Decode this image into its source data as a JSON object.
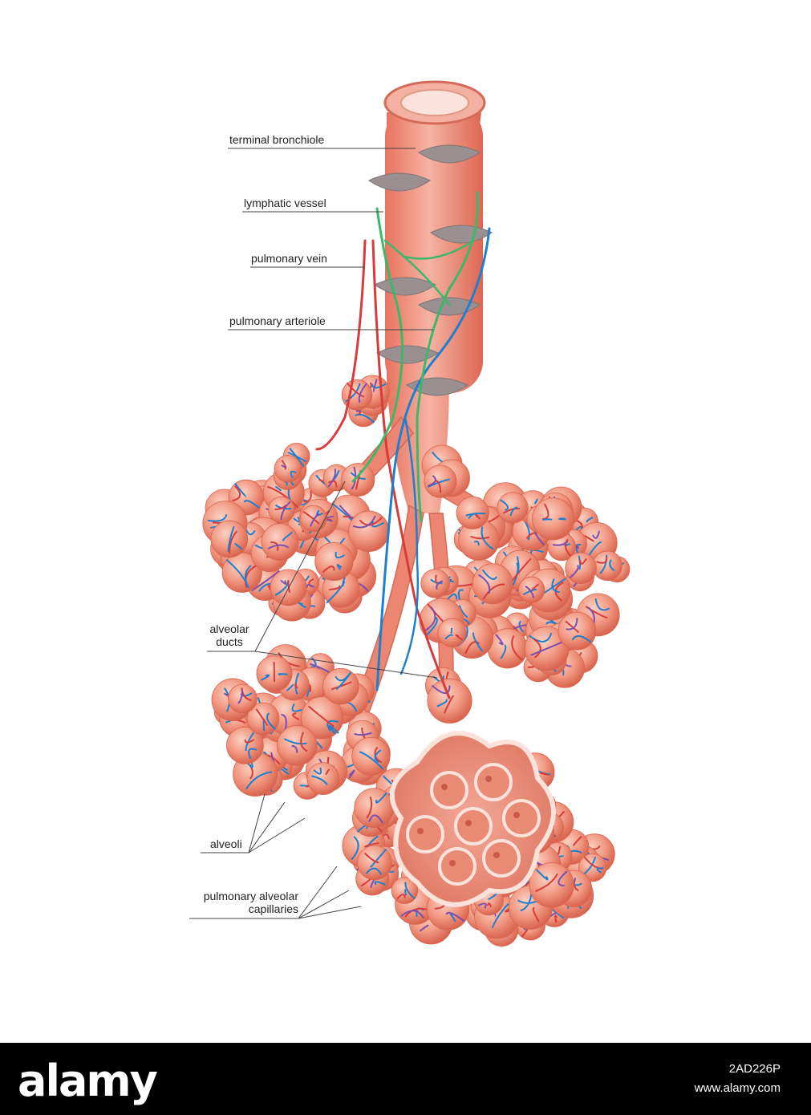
{
  "labels": {
    "terminal_bronchiole": "terminal bronchiole",
    "lymphatic_vessel": "lymphatic vessel",
    "pulmonary_vein": "pulmonary vein",
    "pulmonary_arteriole": "pulmonary arteriole",
    "alveolar_ducts_line1": "alveolar",
    "alveolar_ducts_line2": "ducts",
    "alveoli": "alveoli",
    "capillaries_line1": "pulmonary alveolar",
    "capillaries_line2": "capillaries"
  },
  "footer": {
    "logo": "alamy",
    "image_id": "2AD226P",
    "site": "www.alamy.com"
  },
  "colors": {
    "tissue": "#f08a78",
    "tissue_light": "#f7b9a8",
    "cartilage": "#9a8f91",
    "artery": "#d93a3a",
    "vein": "#1f7fcf",
    "lymph": "#3cb86a",
    "capillary_purple": "#7a4fb0",
    "leader_line": "#444444",
    "footer_bg": "#000000"
  }
}
